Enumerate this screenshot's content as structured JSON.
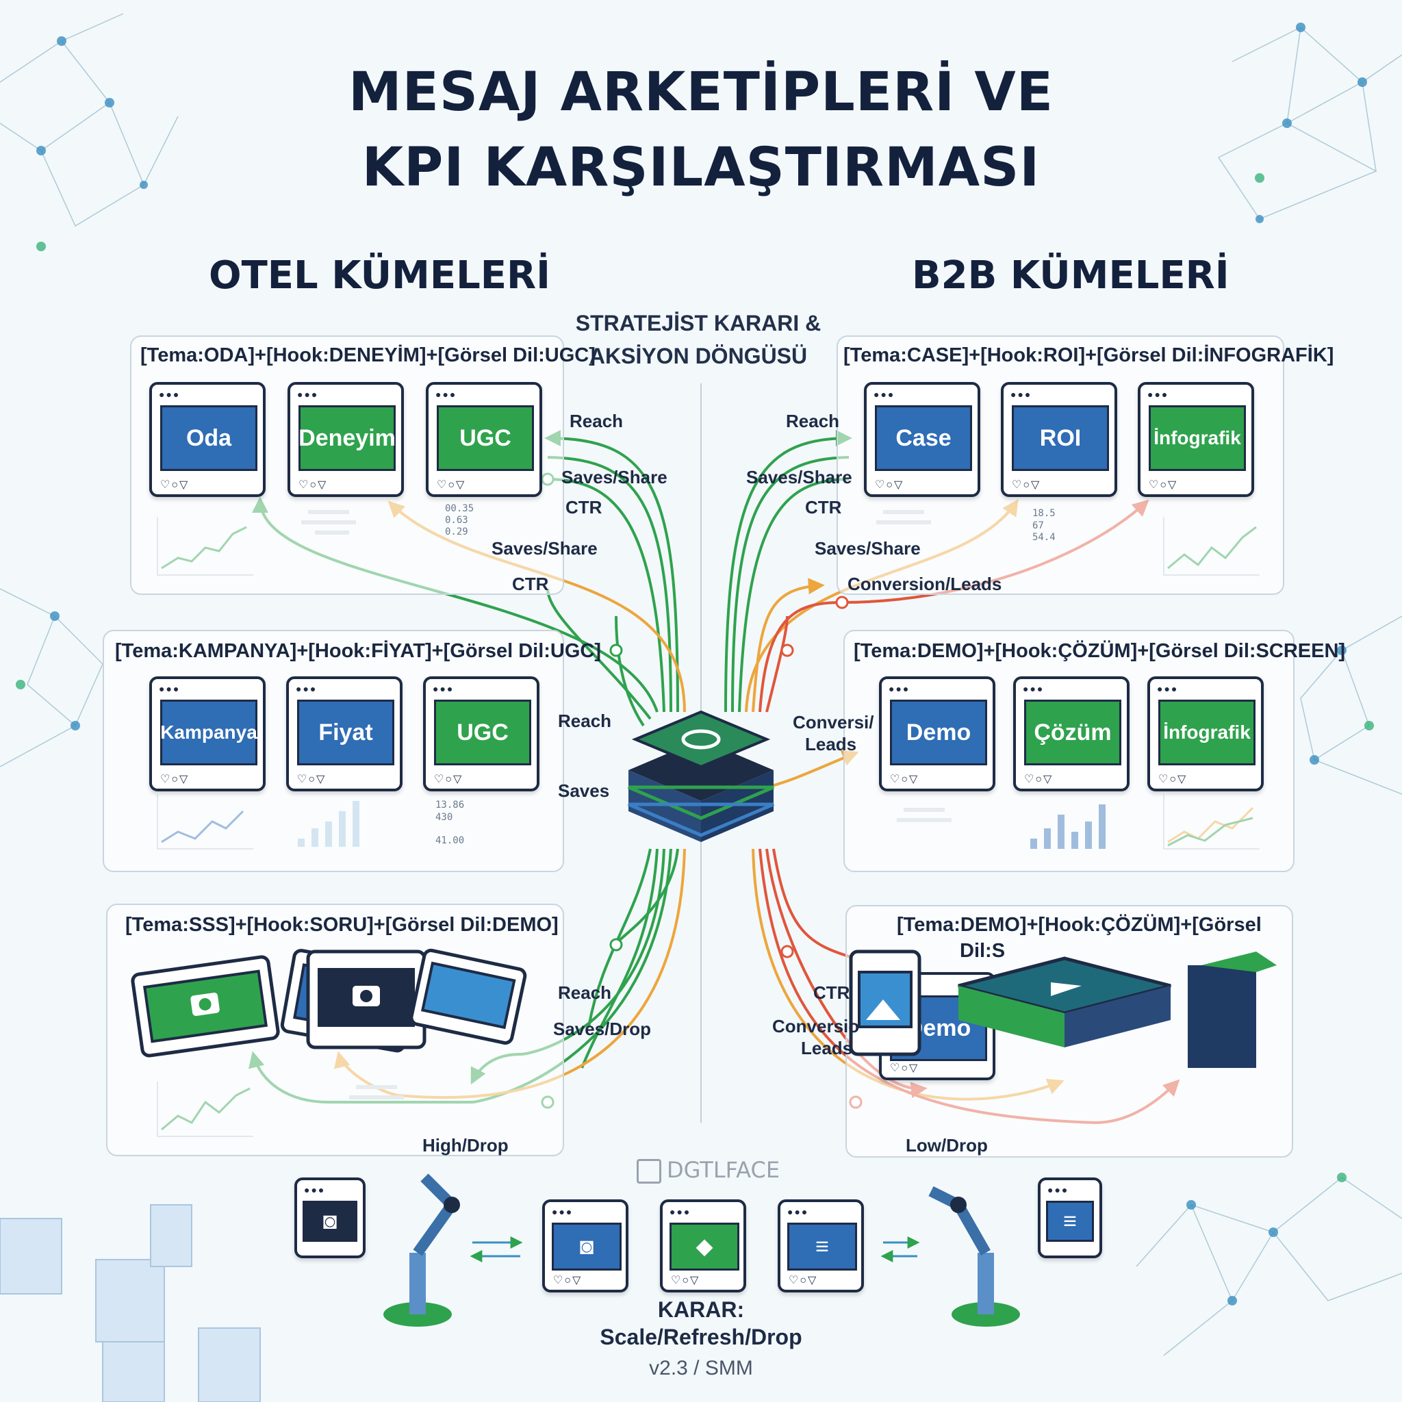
{
  "title": {
    "line1": "MESAJ ARKETİPLERİ VE",
    "line2": "KPI KARŞILAŞTIRMASI"
  },
  "sections": {
    "left": "OTEL KÜMELERİ",
    "right": "B2B KÜMELERİ"
  },
  "center_heading": {
    "line1": "STRATEJİST KARARI &",
    "line2": "AKSİYON DÖNGÜSÜ"
  },
  "panels": {
    "otel1": {
      "formula": "[Tema:ODA]+[Hook:DENEYİM]+[Görsel Dil:UGC]",
      "cards": [
        {
          "label": "Oda",
          "color": "blue"
        },
        {
          "label": "Deneyim",
          "color": "green"
        },
        {
          "label": "UGC",
          "color": "green"
        }
      ],
      "numbers": [
        "00.35",
        "0.63",
        "0.29"
      ]
    },
    "otel2": {
      "formula": "[Tema:KAMPANYA]+[Hook:FİYAT]+[Görsel Dil:UGC]",
      "cards": [
        {
          "label": "Kampanya",
          "color": "blue"
        },
        {
          "label": "Fiyat",
          "color": "blue"
        },
        {
          "label": "UGC",
          "color": "green"
        }
      ],
      "numbers": [
        "13.86",
        "430",
        "41.00"
      ]
    },
    "otel3": {
      "formula": "[Tema:SSS]+[Hook:SORU]+[Görsel Dil:DEMO]"
    },
    "b2b1": {
      "formula": "[Tema:CASE]+[Hook:ROI]+[Görsel Dil:İNFOGRAFİK]",
      "cards": [
        {
          "label": "Case",
          "color": "blue"
        },
        {
          "label": "ROI",
          "color": "blue"
        },
        {
          "label": "İnfografik",
          "color": "green"
        }
      ],
      "numbers": [
        "18.5",
        "67",
        "54.4"
      ]
    },
    "b2b2": {
      "formula": "[Tema:DEMO]+[Hook:ÇÖZÜM]+[Görsel Dil:SCREEN]",
      "cards": [
        {
          "label": "Demo",
          "color": "blue"
        },
        {
          "label": "Çözüm",
          "color": "green"
        },
        {
          "label": "İnfografik",
          "color": "green"
        }
      ]
    },
    "b2b3": {
      "formula_line1": "[Tema:DEMO]+[Hook:ÇÖZÜM]+[Görsel",
      "formula_line2": "Dil:S",
      "card_label": "Demo"
    }
  },
  "flow_labels": {
    "reach_l1": "Reach",
    "saves_share_l1": "Saves/Share",
    "ctr_l1": "CTR",
    "saves_share_l2": "Saves/Share",
    "ctr_l2": "CTR",
    "reach_l3": "Reach",
    "saves_l3": "Saves",
    "reach_l4": "Reach",
    "saves_drop_l4": "Saves/Drop",
    "high_drop": "High/Drop",
    "reach_r1": "Reach",
    "saves_share_r1": "Saves/Share",
    "ctr_r1": "CTR",
    "saves_share_r2": "Saves/Share",
    "conversion_leads": "Conversion/Leads",
    "conversi_1": "Conversi/",
    "conversi_2": "Leads",
    "ctr_r3": "CTR",
    "conversio_1": "Conversio",
    "conversio_2": "Leads",
    "low_drop": "Low/Drop"
  },
  "watermark": "DGTLFACE",
  "bottom": {
    "karar": "KARAR:",
    "options": "Scale/Refresh/Drop",
    "version": "v2.3 / SMM"
  },
  "colors": {
    "blue": "#2f6db5",
    "green": "#2fa24d",
    "orange": "#eca63c",
    "red": "#e0563c",
    "navy": "#14213d"
  }
}
